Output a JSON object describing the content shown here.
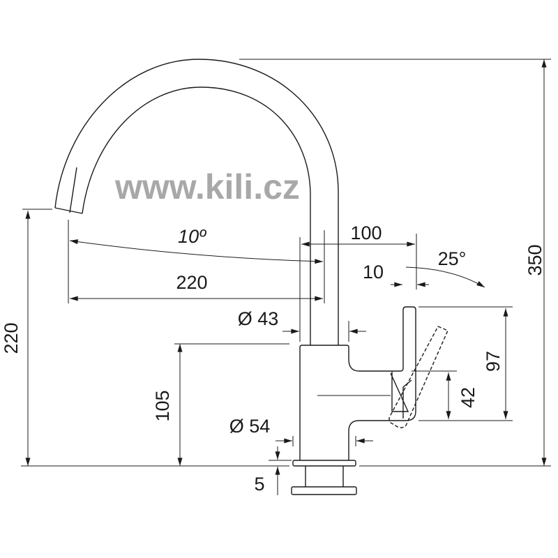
{
  "watermark": "www.kili.cz",
  "dimensions": {
    "total_height": "350",
    "spout_height": "220",
    "reach": "220",
    "spout_angle": "10º",
    "handle_offset": "100",
    "handle_gap": "10",
    "lever_angle": "25°",
    "diameter_spout": "Ø 43",
    "body_height": "105",
    "handle_height": "97",
    "lever_height": "42",
    "diameter_body": "Ø 54",
    "base_thickness": "5"
  }
}
